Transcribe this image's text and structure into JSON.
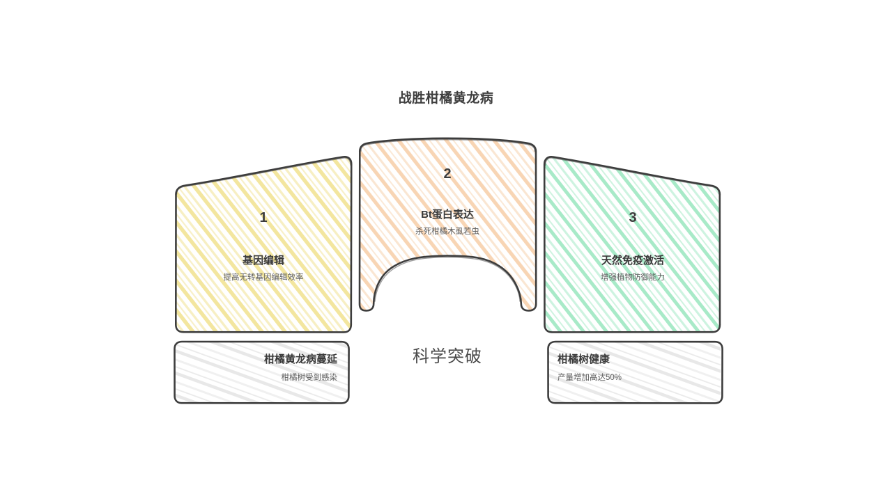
{
  "title": "战胜柑橘黄龙病",
  "center_caption": "科学突破",
  "panels": [
    {
      "number": "1",
      "heading": "基因编辑",
      "subtitle": "提高无转基因编辑效率",
      "accent": "#f2e49a",
      "shape": "left-wing"
    },
    {
      "number": "2",
      "heading": "Bt蛋白表达",
      "subtitle": "杀死柑橘木虱若虫",
      "accent": "#f7d3b0",
      "shape": "center-arch"
    },
    {
      "number": "3",
      "heading": "天然免疫激活",
      "subtitle": "增强植物防御能力",
      "accent": "#9fe8c2",
      "shape": "right-wing"
    }
  ],
  "footers": [
    {
      "heading": "柑橘黄龙病蔓延",
      "subtitle": "柑橘树受到感染",
      "accent": "#e6e6e6",
      "align": "right"
    },
    {
      "heading": "柑橘树健康",
      "subtitle": "产量增加高达50%",
      "accent": "#e6e6e6",
      "align": "left"
    }
  ],
  "style": {
    "background": "#ffffff",
    "stroke": "#3d3d3d",
    "title_color": "#3d3d3d",
    "body_color": "#5e5e5e"
  }
}
